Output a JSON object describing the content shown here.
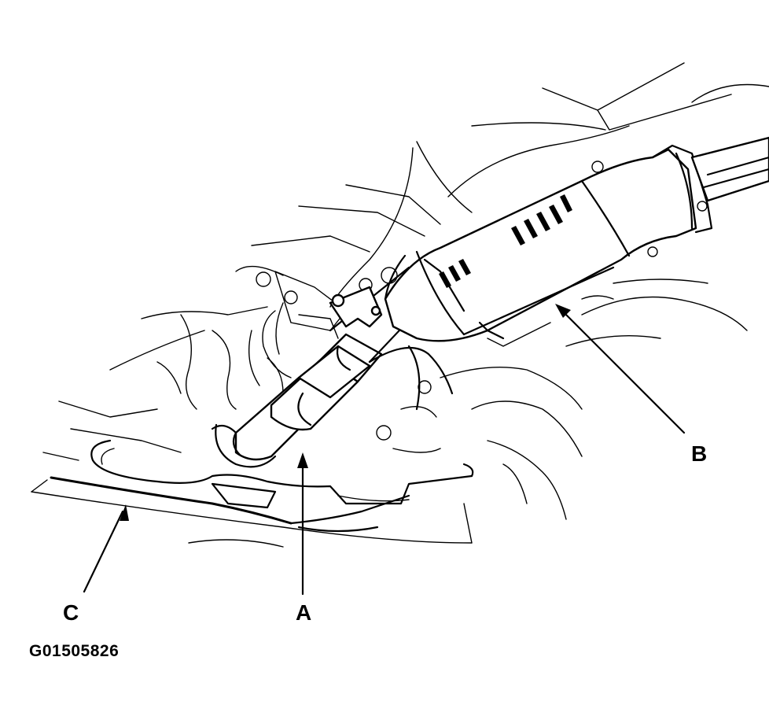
{
  "callouts": {
    "a": "A",
    "b": "B",
    "c": "C"
  },
  "figure_id": "G01505826"
}
